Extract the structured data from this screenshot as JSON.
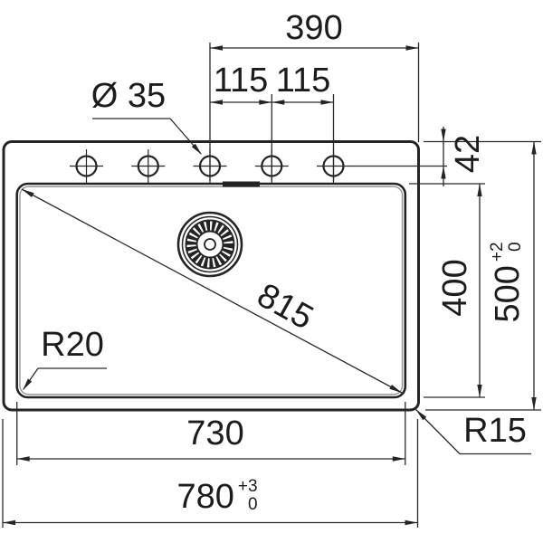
{
  "drawing": {
    "type": "sink-installation-dimension-drawing",
    "colors": {
      "line": "#242424",
      "thin_line": "#8f8f8f",
      "text": "#1c1c1c",
      "background": "#ffffff"
    },
    "labels": {
      "tap_ledge_width": "390",
      "hole_spacing_left": "115",
      "hole_spacing_right": "115",
      "hole_diameter": "Ø 35",
      "edge_to_hole_centerline": "42",
      "bowl_depth": "400",
      "overall_depth": {
        "value": "500",
        "tol_upper": "+2",
        "tol_lower": "0"
      },
      "diagonal_length": "815",
      "bowl_corner_radius": "R20",
      "outer_corner_radius": "R15",
      "bowl_width": "730",
      "overall_width": {
        "value": "780",
        "tol_upper": "+3",
        "tol_lower": "0"
      }
    }
  }
}
